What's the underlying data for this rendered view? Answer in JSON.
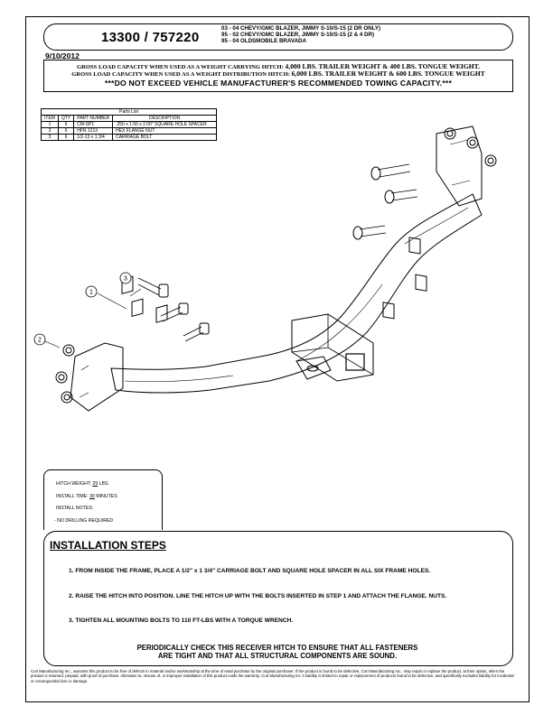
{
  "header": {
    "model": "13300 / 757220",
    "vehicles": [
      "03 - 04  CHEVY/GMC BLAZER, JIMMY S-10/S-15 (2 DR ONLY)",
      "95 - 02  CHEVY/GMC BLAZER, JIMMY S-10/S-15 (2 & 4 DR)",
      "95 - 04  OLDSMOBILE  BRAVADA"
    ],
    "date": "9/10/2012"
  },
  "capacity": {
    "line1_prefix": "GROSS LOAD CAPACITY WHEN USED AS A WEIGHT CARRYING HITCH:",
    "line1_values": "4,000  LBS. TRAILER WEIGHT &   400  LBS. TONGUE WEIGHT.",
    "line2_prefix": "GROSS LOAD CAPACITY WHEN USED AS A WEIGHT DISTRIBUTION HITCH:",
    "line2_values": "6,000  LBS. TRAILER WEIGHT &   600  LBS. TONGUE WEIGHT",
    "warning": "***DO NOT EXCEED VEHICLE MANUFACTURER'S RECOMMENDED TOWING CAPACITY.***"
  },
  "parts_list": {
    "title": "Parts List",
    "headers": [
      "ITEM",
      "QTY",
      "PART NUMBER",
      "DESCRIPTION"
    ],
    "rows": [
      [
        "1",
        "6",
        "CM-SP1",
        ".250 x 1.50 x 2.00\" SQUARE HOLE SPACER"
      ],
      [
        "2",
        "6",
        "HFN 1213",
        "HEX FLANGE NUT"
      ],
      [
        "3",
        "6",
        "1/2-13 x 1 3/4",
        "CARRIAGE BOLT"
      ]
    ]
  },
  "callouts": [
    "1",
    "2",
    "3"
  ],
  "info": {
    "hitch_weight_label": "HITCH WEIGHT:",
    "hitch_weight_value": "29",
    "hitch_weight_unit": "LBS.",
    "install_time_label": "INSTALL TIME:",
    "install_time_value": "30",
    "install_time_unit": "MINUTES",
    "notes_label": "INSTALL NOTES:",
    "note_1": "- NO DRILLING REQUIRED"
  },
  "installation": {
    "title": "INSTALLATION STEPS",
    "step1": "1. FROM INSIDE THE FRAME, PLACE A 1/2\" x 1 3/4\" CARRIAGE BOLT AND SQUARE HOLE SPACER IN ALL SIX FRAME HOLES.",
    "step2": "2. RAISE THE HITCH INTO POSITION. LINE THE HITCH UP WITH THE BOLTS INSERTED IN STEP 1 AND ATTACH THE FLANGE.  NUTS.",
    "step3": "3. TIGHTEN ALL MOUNTING BOLTS TO 110 FT-LBS WITH A TORQUE WRENCH.",
    "periodic_line1": "PERIODICALLY CHECK THIS RECEIVER HITCH TO ENSURE THAT ALL FASTENERS",
    "periodic_line2": "ARE TIGHT AND THAT ALL STRUCTURAL COMPONENTS ARE SOUND."
  },
  "warranty": "Curt Manufacturing Inc., warrants this product to be free of defects in material and/or workmanship at the time of retail purchase by the original purchaser.  If the product is found to be defective, Curt Manufacturing Inc., may repair or replace the product, at their option, when the product is returned, prepaid, with proof of purchase.  Alteration to, misuse of, or improper installation of this product voids the warranty.  Curt Manufacturing Inc.'s liability is limited to repair or replacement of products found to be defective, and specifically excludes liability for incidental or consequential loss or damage."
}
